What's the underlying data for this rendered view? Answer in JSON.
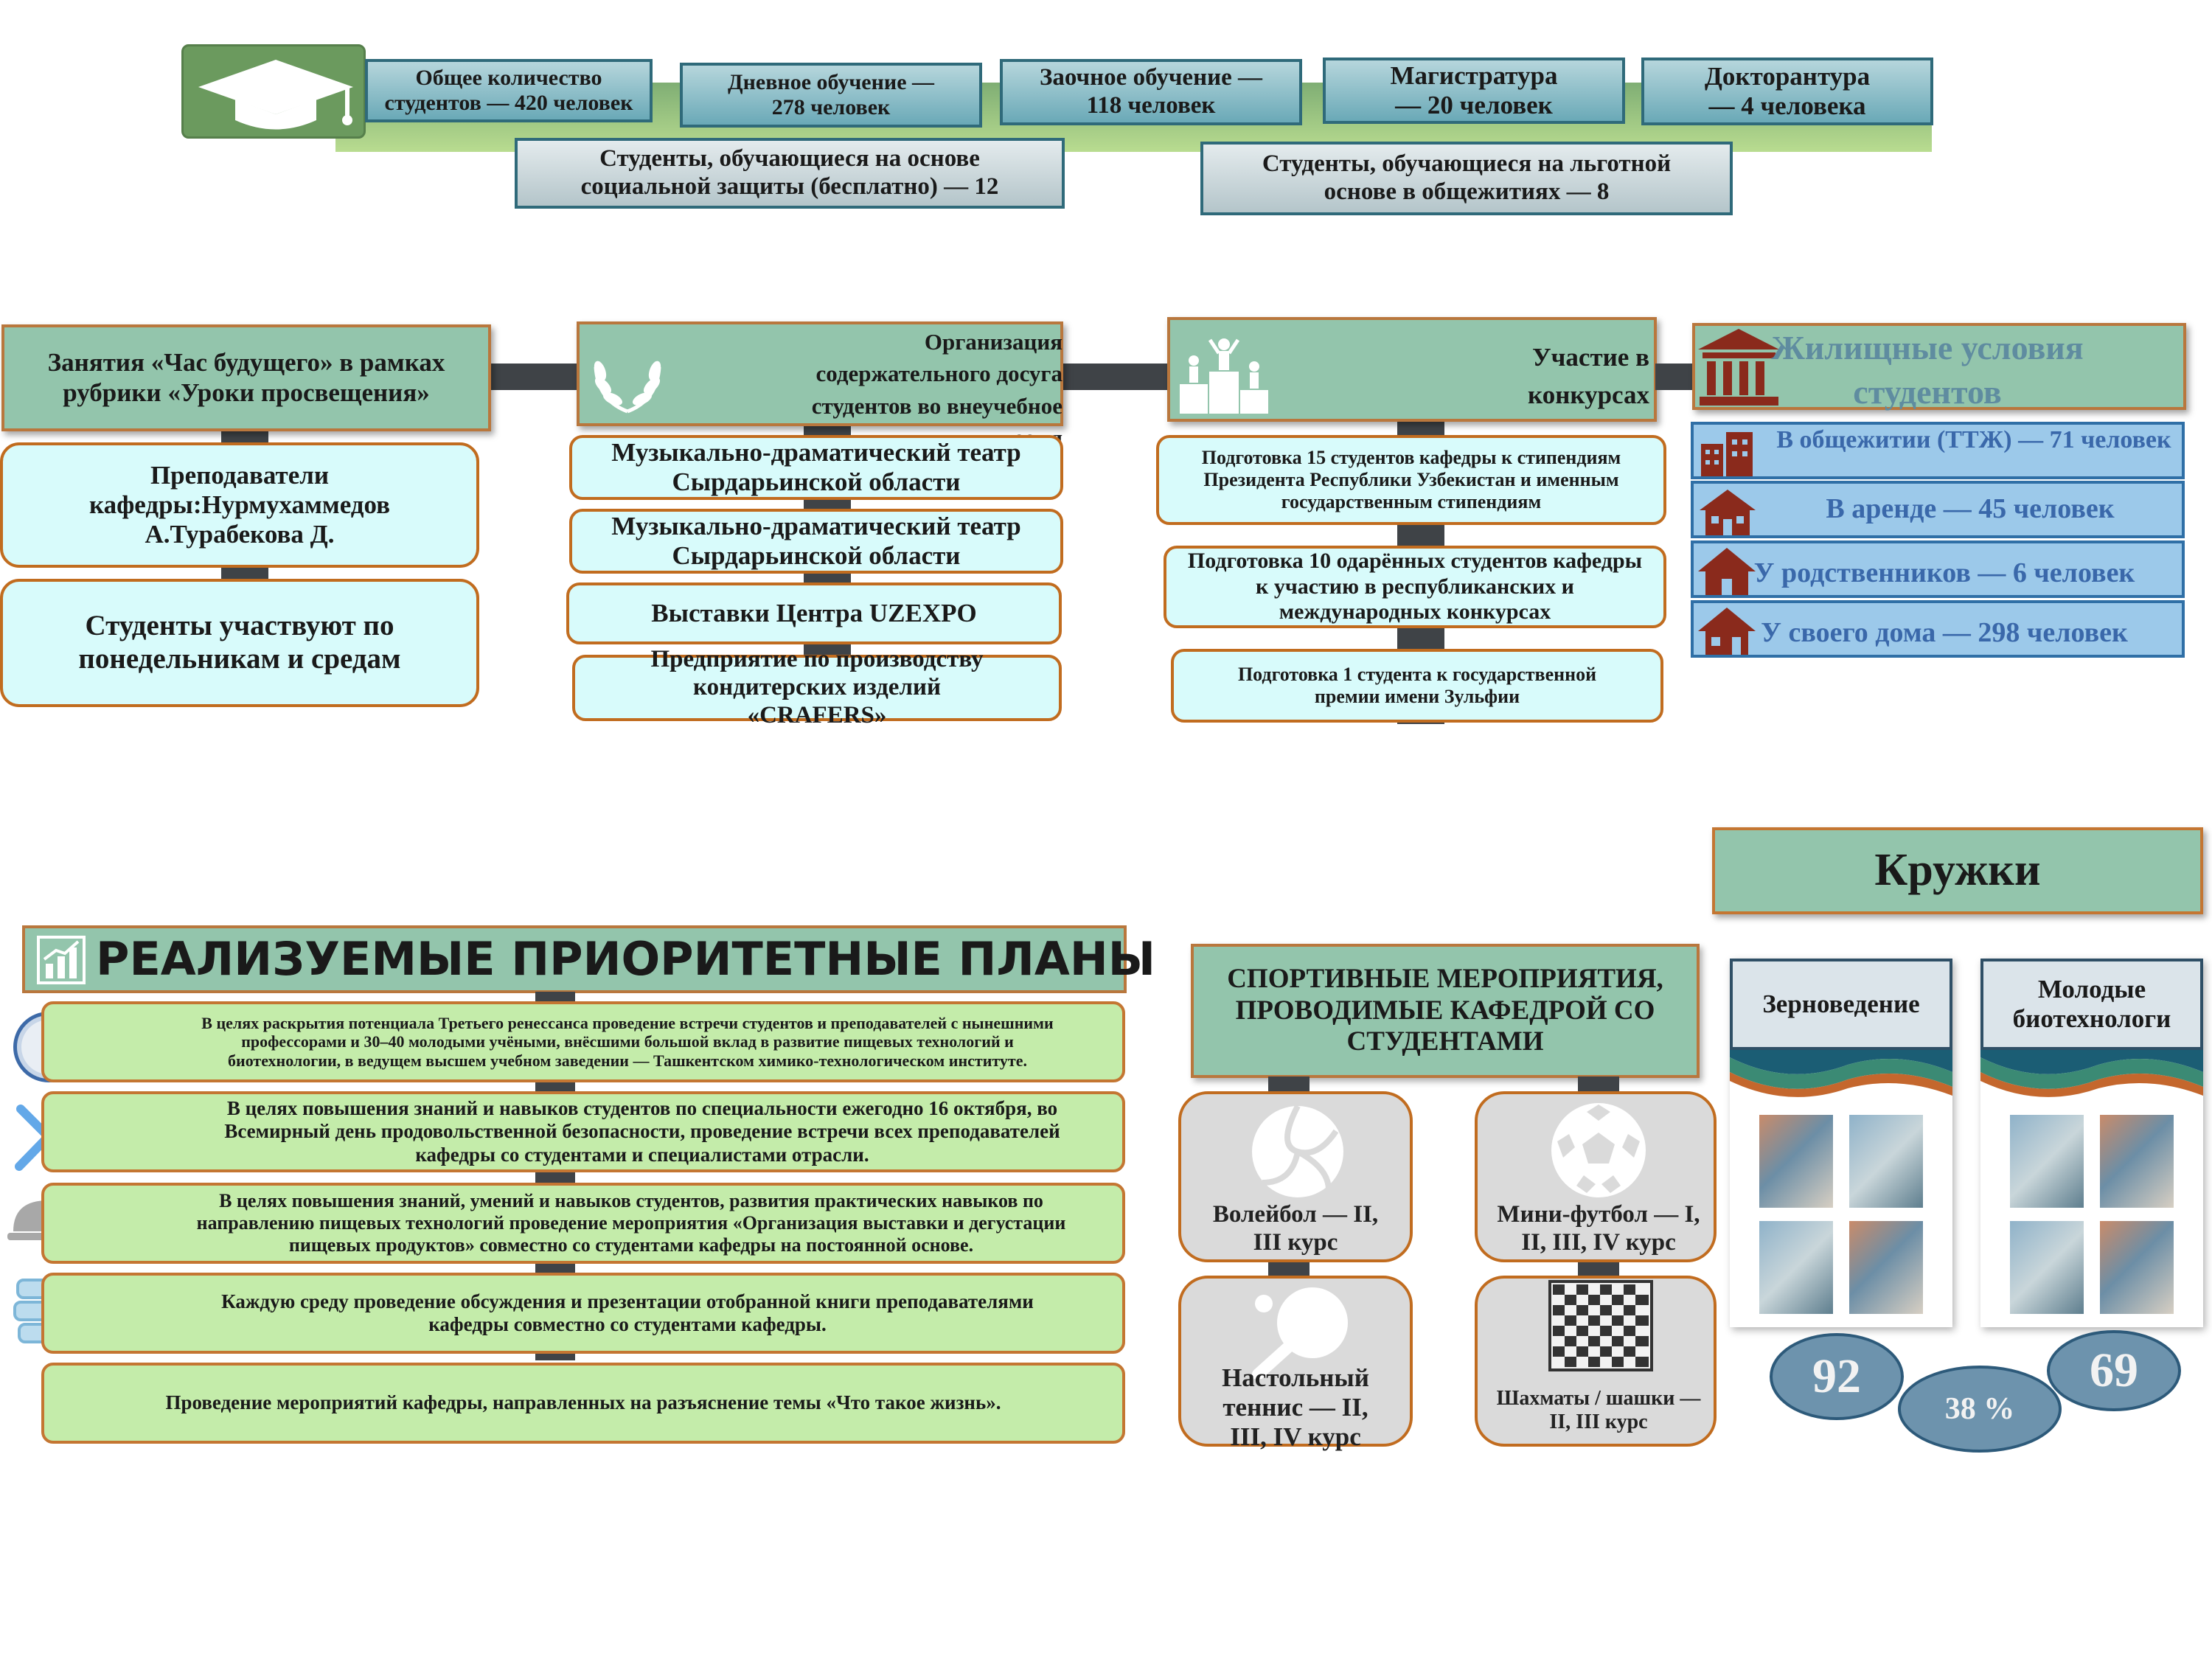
{
  "stats": {
    "total": "Общее количество студентов — 420 человек",
    "daytime": "Дневное обучение — 278 человек",
    "extramural": "Заочное обучение — 118 человек",
    "masters": "Магистратура — 20 человек",
    "doctoral": "Докторантура — 4 человека",
    "social": "Студенты, обучающиеся на основе социальной защиты (бесплатно) — 12",
    "benefit": "Студенты, обучающиеся на льготной основе в общежитиях — 8"
  },
  "future": {
    "header": "Занятия «Час будущего» в рамках рубрики «Уроки просвещения»",
    "teachers": "Преподаватели кафедры:Нурмухаммедов А.Турабекова Д.",
    "schedule": "Студенты участвуют по понедельникам и средам"
  },
  "leisure": {
    "header": "Организация содержательного досуга студентов во внеучебное время",
    "items": [
      "Музыкально-драматический театр Сырдарьинской области",
      "Музыкально-драматический театр Сырдарьинской области",
      "Выставки Центра UZEXPO",
      "Предприятие по производству кондитерских изделий «CRAFERS»"
    ]
  },
  "contests": {
    "header": "Участие в конкурсах",
    "items": [
      "Подготовка 15 студентов кафедры к стипендиям Президента Республики Узбекистан и именным государственным стипендиям",
      "Подготовка 10 одарённых студентов кафедры к участию в республиканских и международных конкурсах",
      "Подготовка 1 студента к государственной премии имени Зульфии"
    ]
  },
  "housing": {
    "header": "Жилищные условия студентов",
    "items": [
      "В общежитии (ТТЖ) — 71 человек",
      "В аренде — 45 человек",
      "У родственников — 6 человек",
      "У своего дома — 298 человек"
    ]
  },
  "plans": {
    "title": "РЕАЛИЗУЕМЫЕ ПРИОРИТЕТНЫЕ ПЛАНЫ",
    "items": [
      "В целях раскрытия потенциала Третьего ренессанса проведение встречи студентов и преподавателей с нынешними профессорами и 30–40 молодыми учёными, внёсшими большой вклад в развитие пищевых технологий и биотехнологии, в ведущем высшем учебном заведении — Ташкентском химико-технологическом институте.",
      "В целях повышения знаний и навыков студентов по специальности ежегодно 16 октября, во Всемирный день продовольственной безопасности, проведение встречи всех преподавателей кафедры со студентами и специалистами отрасли.",
      "В целях повышения знаний, умений и навыков студентов, развития практических навыков по направлению пищевых технологий проведение мероприятия «Организация выставки и дегустации пищевых продуктов» совместно со студентами кафедры на постоянной основе.",
      "Каждую среду проведение обсуждения и презентации отобранной книги преподавателями кафедры совместно со студентами кафедры.",
      "Проведение мероприятий кафедры, направленных на разъяснение темы «Что такое жизнь»."
    ]
  },
  "sports": {
    "header": "СПОРТИВНЫЕ МЕРОПРИЯТИЯ, ПРОВОДИМЫЕ КАФЕДРОЙ СО СТУДЕНТАМИ",
    "volleyball": "Волейбол — II, III курс",
    "football": "Мини-футбол — I, II, III, IV курс",
    "tennis": "Настольный теннис — II, III, IV курс",
    "chess": "Шахматы / шашки — II, III курс"
  },
  "clubs": {
    "header": "Кружки",
    "club1": "Зерноведение",
    "club2": "Молодые биотехнологи",
    "count1": "92",
    "count2": "69",
    "percent": "38 %"
  },
  "colors": {
    "green_header": "#93c5ac",
    "cyan_box": "#d8fbfb",
    "orange_border": "#c16c1f",
    "plan_green": "#c4ecaa",
    "housing_blue": "#9cc9ea",
    "oval_blue": "#6d93ad"
  }
}
